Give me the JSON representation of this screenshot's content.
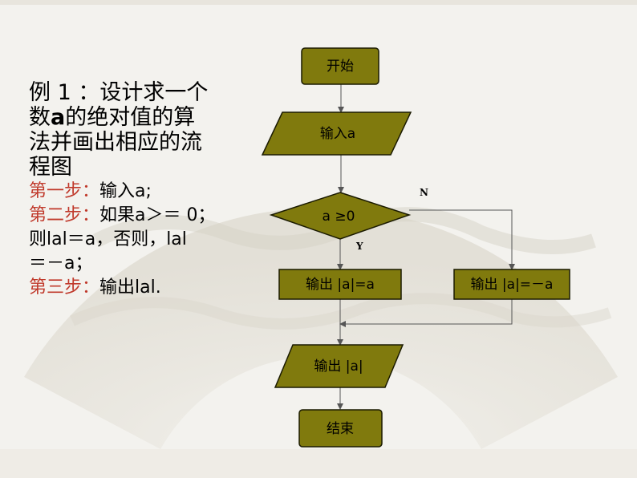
{
  "left_text": {
    "title": [
      "例 1 ：设计求一个",
      "数a的绝对值的算",
      "法并画出相应的流",
      "程图"
    ],
    "steps": [
      {
        "label": "第一步：",
        "text": "输入a;"
      },
      {
        "label": "第二步：",
        "text": "如果a＞＝ 0；"
      },
      {
        "label": "",
        "text": "则lal＝a，否则，lal"
      },
      {
        "label": "",
        "text": "＝－a；"
      },
      {
        "label": "第三步：",
        "text": "输出lal."
      }
    ]
  },
  "flowchart": {
    "start": "开始",
    "input": "输入a",
    "decision": "a ≥0",
    "yes_label": "Y",
    "no_label": "N",
    "output_yes": "输出 |a|=a",
    "output_no": "输出 |a|=－a",
    "output_final": "输出 |a|",
    "end": "结束"
  },
  "colors": {
    "shape_fill": "#807a0d",
    "shape_stroke": "#1a1a00",
    "step_label": "#c0392b",
    "arrow": "#555555"
  }
}
